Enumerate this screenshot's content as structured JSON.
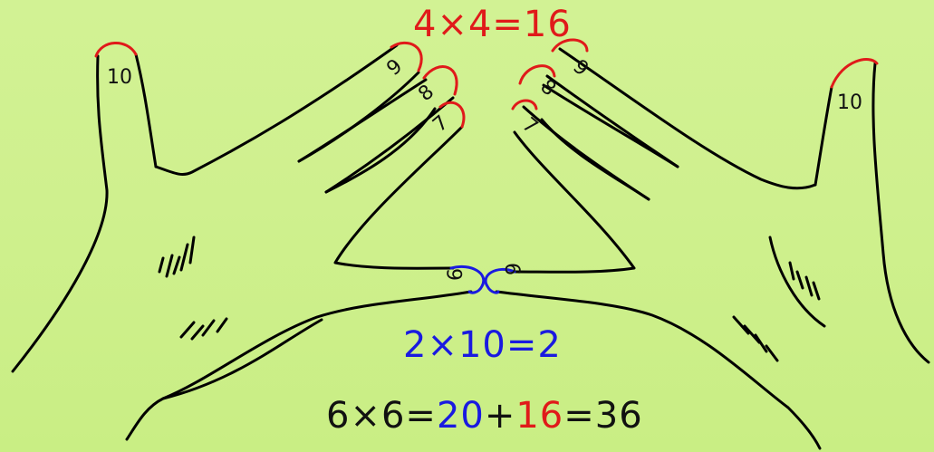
{
  "equations": {
    "top": "4×4=16",
    "middle": "2×10=2",
    "bottom": {
      "lhs": "6×6=",
      "tens": "20",
      "plus": "+",
      "units": "16",
      "result": "=36"
    }
  },
  "finger_labels": {
    "left": {
      "thumb": "10",
      "f9": "9",
      "f8": "8",
      "f7": "7",
      "f6": "6"
    },
    "right": {
      "thumb": "10",
      "f9": "9",
      "f8": "8",
      "f7": "7",
      "f6": "6"
    }
  },
  "colors": {
    "background": "#cff08e",
    "upper_fingers": "#e01a1a",
    "lower_fingers": "#1a1ae0",
    "ink": "#000000"
  }
}
